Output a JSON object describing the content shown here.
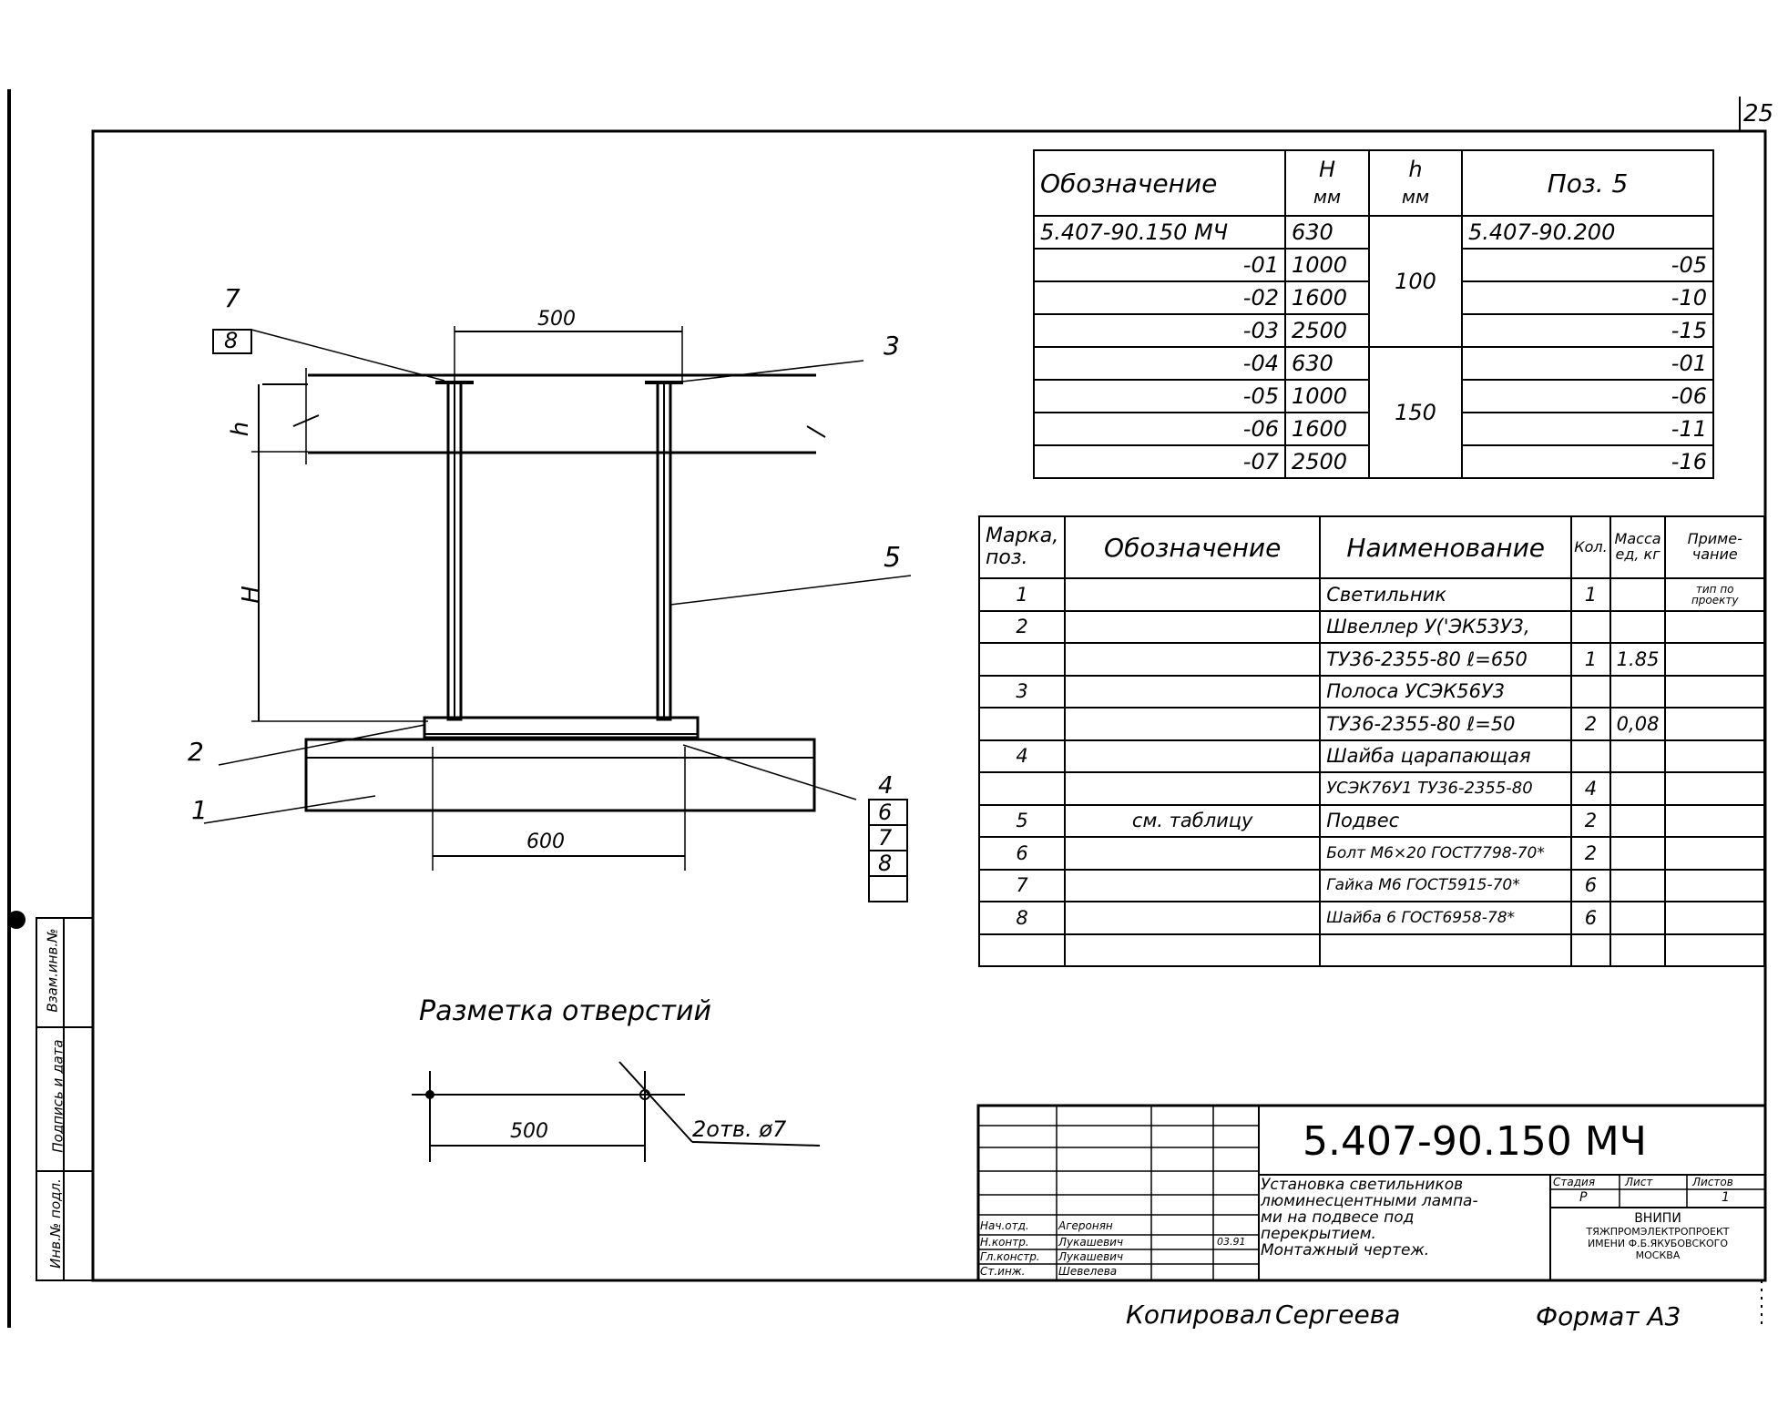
{
  "sheet": {
    "page_number": "25",
    "format_label": "Формат А3",
    "copied_label": "Копировал",
    "copied_name": "Сергеева"
  },
  "drawing": {
    "callouts": [
      "7",
      "8",
      "3",
      "5",
      "2",
      "1",
      "4",
      "6",
      "7",
      "8"
    ],
    "dims": {
      "top_width": "500",
      "bottom_width": "600",
      "h_label": "h",
      "H_label": "H"
    }
  },
  "marking": {
    "title": "Разметка отверстий",
    "dim": "500",
    "holes": "2отв. ø7"
  },
  "top_table": {
    "headers": {
      "designation": "Обозначение",
      "H": "H",
      "H_unit": "мм",
      "h": "h",
      "h_unit": "мм",
      "pos5": "Поз. 5"
    },
    "rows": [
      {
        "designation": "5.407-90.150 МЧ",
        "H": "630",
        "pos5": "5.407-90.200"
      },
      {
        "designation": "-01",
        "H": "1000",
        "pos5": "-05"
      },
      {
        "designation": "-02",
        "H": "1600",
        "pos5": "-10"
      },
      {
        "designation": "-03",
        "H": "2500",
        "pos5": "-15"
      },
      {
        "designation": "-04",
        "H": "630",
        "pos5": "-01"
      },
      {
        "designation": "-05",
        "H": "1000",
        "pos5": "-06"
      },
      {
        "designation": "-06",
        "H": "1600",
        "pos5": "-11"
      },
      {
        "designation": "-07",
        "H": "2500",
        "pos5": "-16"
      }
    ],
    "h_groups": [
      "100",
      "150"
    ]
  },
  "spec_table": {
    "headers": {
      "mark": "Марка, поз.",
      "designation": "Обозначение",
      "name": "Наименование",
      "qty": "Кол.",
      "mass": "Масса ед, кг",
      "note": "Приме- чание"
    },
    "rows": [
      {
        "mark": "1",
        "designation": "",
        "name": "Светильник",
        "qty": "1",
        "mass": "",
        "note": "тип по проекту"
      },
      {
        "mark": "2",
        "designation": "",
        "name": "Швеллер У('ЭК53У3,",
        "qty": "",
        "mass": "",
        "note": ""
      },
      {
        "mark": "",
        "designation": "",
        "name": "ТУ36-2355-80 ℓ=650",
        "qty": "1",
        "mass": "1.85",
        "note": ""
      },
      {
        "mark": "3",
        "designation": "",
        "name": "Полоса УСЭК56У3",
        "qty": "",
        "mass": "",
        "note": ""
      },
      {
        "mark": "",
        "designation": "",
        "name": "ТУ36-2355-80 ℓ=50",
        "qty": "2",
        "mass": "0,08",
        "note": ""
      },
      {
        "mark": "4",
        "designation": "",
        "name": "Шайба царапающая",
        "qty": "",
        "mass": "",
        "note": ""
      },
      {
        "mark": "",
        "designation": "",
        "name": "УСЭК76У1 ТУ36-2355-80",
        "qty": "4",
        "mass": "",
        "note": ""
      },
      {
        "mark": "5",
        "designation": "см. таблицу",
        "name": "Подвес",
        "qty": "2",
        "mass": "",
        "note": ""
      },
      {
        "mark": "6",
        "designation": "",
        "name": "Болт М6×20 ГОСТ7798-70*",
        "qty": "2",
        "mass": "",
        "note": ""
      },
      {
        "mark": "7",
        "designation": "",
        "name": "Гайка М6 ГОСТ5915-70*",
        "qty": "6",
        "mass": "",
        "note": ""
      },
      {
        "mark": "8",
        "designation": "",
        "name": "Шайба 6 ГОСТ6958-78*",
        "qty": "6",
        "mass": "",
        "note": ""
      },
      {
        "mark": "",
        "designation": "",
        "name": "",
        "qty": "",
        "mass": "",
        "note": ""
      }
    ]
  },
  "title_block": {
    "doc_number": "5.407-90.150 МЧ",
    "title_lines": [
      "Установка светильников",
      "люминесцентными лампа-",
      "ми на подвесе под",
      "перекрытием.",
      "Монтажный чертеж."
    ],
    "stage_label": "Стадия",
    "sheet_label": "Лист",
    "sheets_label": "Листов",
    "stage_value": "Р",
    "sheets_value": "1",
    "org_lines": [
      "ВНИПИ",
      "ТЯЖПРОМЭЛЕКТРОПРОЕКТ",
      "ИМЕНИ Ф.Б.ЯКУБОВСКОГО",
      "МОСКВА"
    ],
    "signers": [
      {
        "role": "Нач.отд.",
        "name": "Агеронян",
        "date": ""
      },
      {
        "role": "Н.контр.",
        "name": "Лукашевич",
        "date": "03.91"
      },
      {
        "role": "Гл.констр.",
        "name": "Лукашевич",
        "date": ""
      },
      {
        "role": "Ст.инж.",
        "name": "Шевелева",
        "date": ""
      }
    ]
  },
  "side_stamp": {
    "labels": [
      "Взам.инв.№",
      "Подпись и дата",
      "Инв.№ подл."
    ]
  }
}
